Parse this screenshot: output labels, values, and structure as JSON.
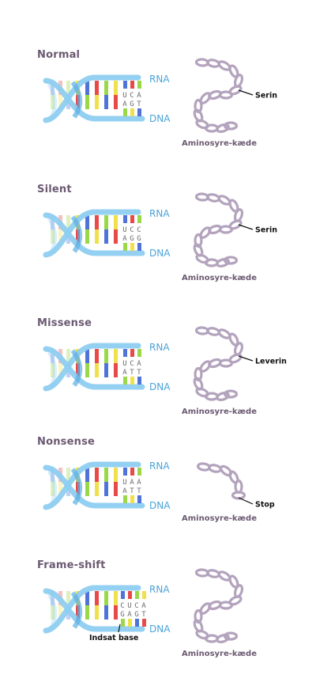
{
  "colors": {
    "helix": "#8ecdf0",
    "helix_dark": "#5aaee2",
    "chain": "#b3a3bd",
    "chain_dark": "#8e7d99",
    "title": "#6b5a72",
    "rna_dna_text": "#4aa3d8"
  },
  "labels": {
    "rna": "RNA",
    "dna": "DNA",
    "chain": "Aminosyre-kæde"
  },
  "panels": [
    {
      "title": "Normal",
      "rna": "UCA",
      "dna": "AGT",
      "amino_acid": "Serin",
      "chain": "long",
      "inserted": ""
    },
    {
      "title": "Silent",
      "rna": "UCC",
      "dna": "AGG",
      "amino_acid": "Serin",
      "chain": "long",
      "inserted": ""
    },
    {
      "title": "Missense",
      "rna": "UCA",
      "dna": "ATT",
      "amino_acid": "Leverin",
      "chain": "long",
      "inserted": ""
    },
    {
      "title": "Nonsense",
      "rna": "UAA",
      "dna": "ATT",
      "amino_acid": "Stop",
      "chain": "short",
      "inserted": ""
    },
    {
      "title": "Frame-shift",
      "rna": "CUCA",
      "dna": "GAGT",
      "amino_acid": "",
      "chain": "long",
      "inserted": "Indsat base"
    }
  ]
}
